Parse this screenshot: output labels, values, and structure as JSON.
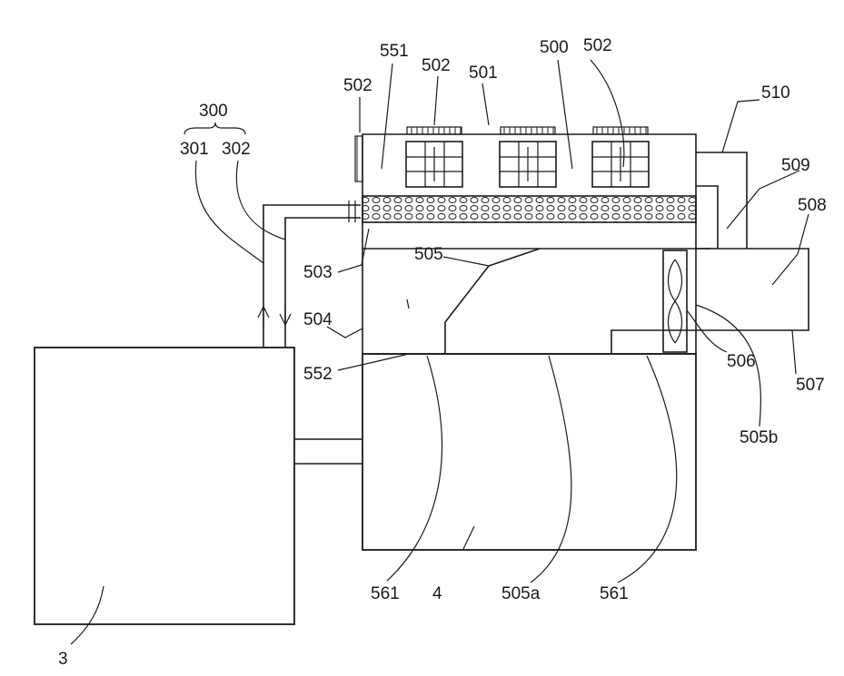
{
  "labels": {
    "l300": "300",
    "l301": "301",
    "l302": "302",
    "l502_left": "502",
    "l551": "551",
    "l502_a": "502",
    "l501": "501",
    "l500": "500",
    "l502_b": "502",
    "l510": "510",
    "l509": "509",
    "l508": "508",
    "l503": "503",
    "l505": "505",
    "l504": "504",
    "l552": "552",
    "l506": "506",
    "l507": "507",
    "l505b": "505b",
    "l561_left": "561",
    "l4": "4",
    "l505a": "505a",
    "l561_right": "561",
    "l3": "3"
  }
}
